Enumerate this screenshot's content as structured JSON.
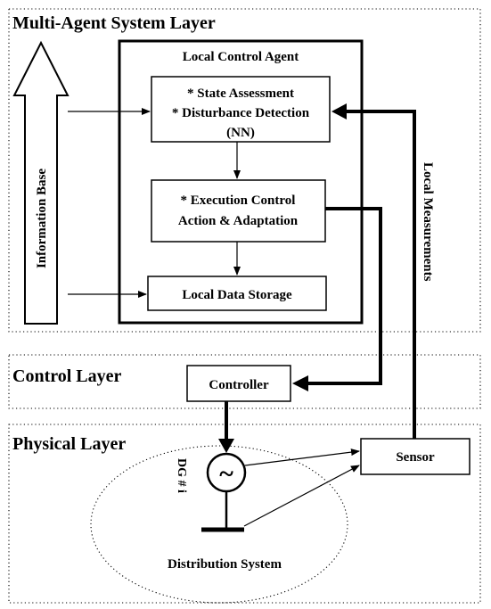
{
  "layers": {
    "multi_agent": "Multi-Agent System Layer",
    "control": "Control Layer",
    "physical": "Physical Layer"
  },
  "agent": {
    "title": "Local Control Agent",
    "state_box": [
      "* State Assessment",
      "* Disturbance Detection",
      "(NN)"
    ],
    "exec_box": [
      "* Execution Control",
      "Action & Adaptation"
    ],
    "storage_box": "Local Data Storage"
  },
  "info_base": "Information Base",
  "local_measurements": "Local Measurements",
  "controller": "Controller",
  "sensor": "Sensor",
  "generator_symbol": "~",
  "dg_label": "DG # i",
  "distribution_system": "Distribution System",
  "colors": {
    "line": "#000000",
    "background": "#ffffff"
  }
}
